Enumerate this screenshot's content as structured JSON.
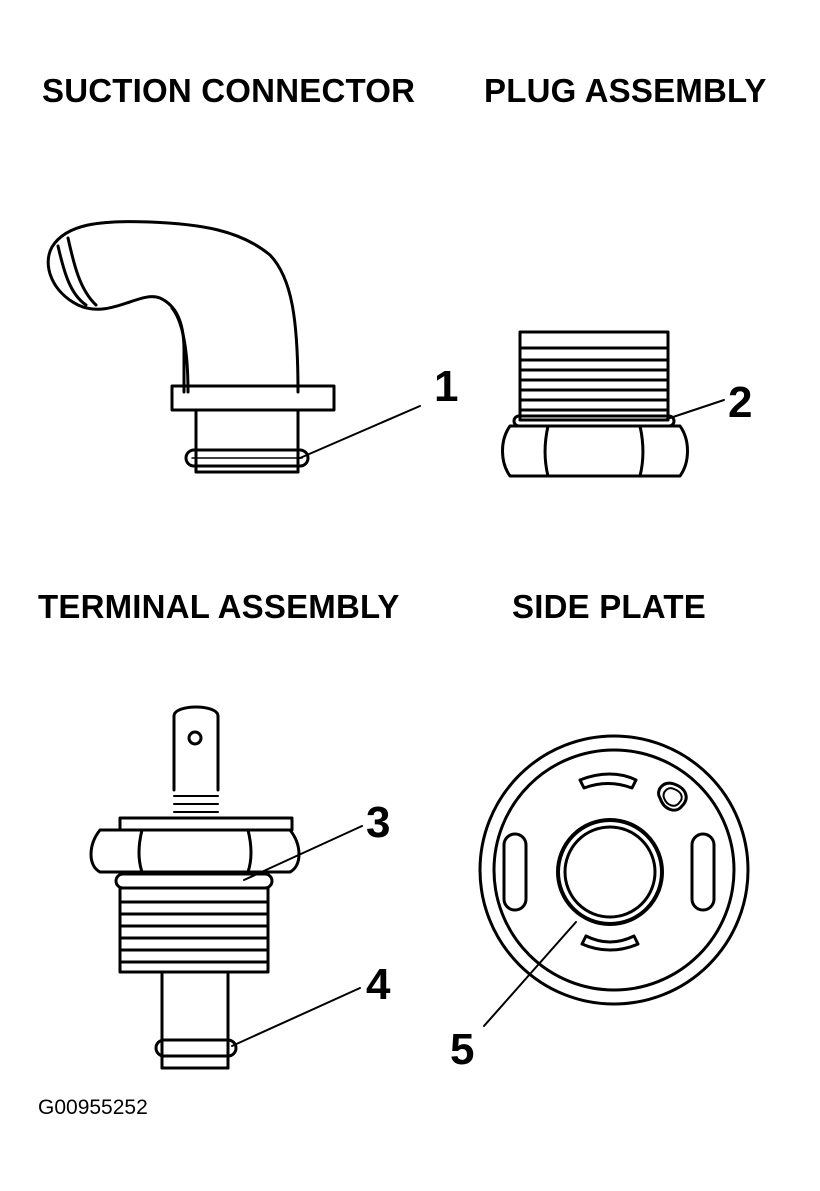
{
  "titles": {
    "suction_connector": "SUCTION CONNECTOR",
    "plug_assembly": "PLUG ASSEMBLY",
    "terminal_assembly": "TERMINAL ASSEMBLY",
    "side_plate": "SIDE PLATE"
  },
  "callouts": [
    "1",
    "2",
    "3",
    "4",
    "5"
  ],
  "figure_id": "G00955252",
  "colors": {
    "ink": "#000000",
    "paper": "#ffffff"
  }
}
